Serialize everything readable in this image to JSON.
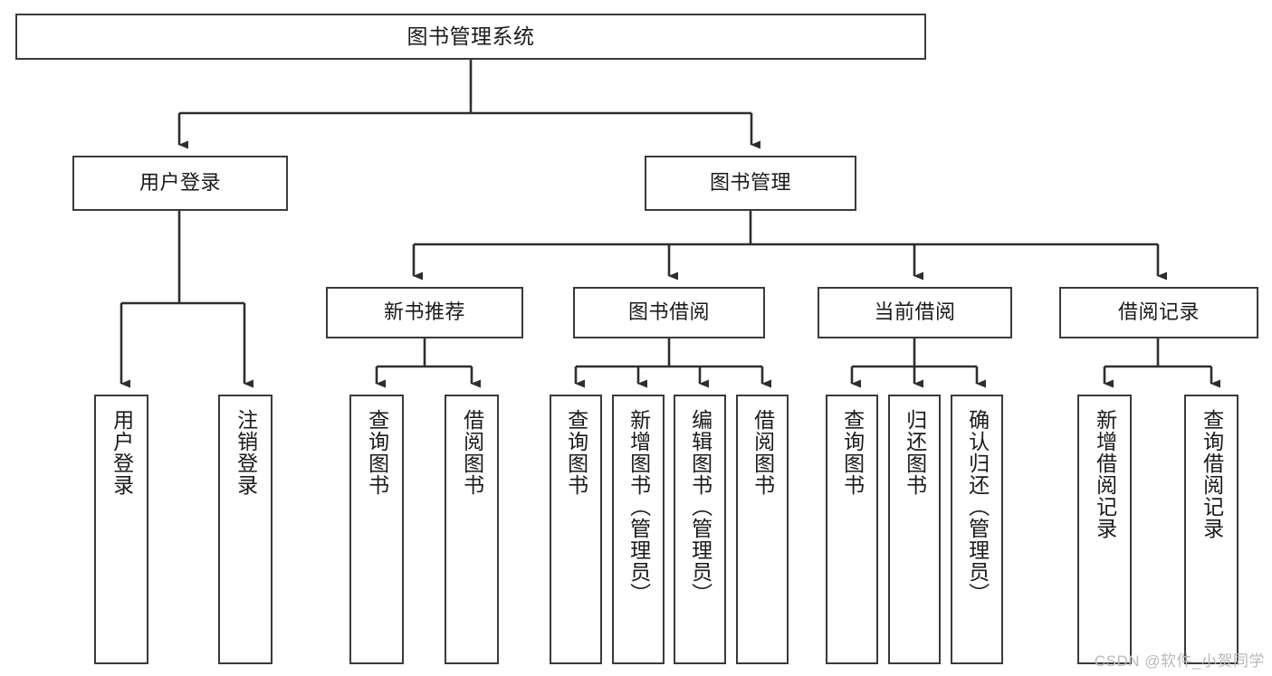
{
  "diagram": {
    "title": "图书管理系统",
    "type": "tree-hierarchy",
    "root": {
      "label": "图书管理系统"
    },
    "level1": [
      {
        "label": "用户登录"
      },
      {
        "label": "图书管理"
      }
    ],
    "level2": [
      {
        "label": "新书推荐",
        "parent": "图书管理"
      },
      {
        "label": "图书借阅",
        "parent": "图书管理"
      },
      {
        "label": "当前借阅",
        "parent": "图书管理"
      },
      {
        "label": "借阅记录",
        "parent": "图书管理"
      }
    ],
    "leaves": {
      "user_login": [
        {
          "label": "用户登录"
        },
        {
          "label": "注销登录"
        }
      ],
      "new_book_recommend": [
        {
          "label": "查询图书"
        },
        {
          "label": "借阅图书"
        }
      ],
      "book_borrow": [
        {
          "label": "查询图书"
        },
        {
          "label": "新增图书（管理员）"
        },
        {
          "label": "编辑图书（管理员）"
        },
        {
          "label": "借阅图书"
        }
      ],
      "current_borrow": [
        {
          "label": "查询图书"
        },
        {
          "label": "归还图书"
        },
        {
          "label": "确认归还（管理员）"
        }
      ],
      "borrow_records": [
        {
          "label": "新增借阅记录"
        },
        {
          "label": "查询借阅记录"
        }
      ]
    }
  },
  "watermark": {
    "text": "CSDN @软件_小贺同学"
  },
  "colors": {
    "stroke": "#3a3a3a",
    "background": "#ffffff",
    "text": "#1a1a1a",
    "watermark": "#b9b9b9"
  }
}
